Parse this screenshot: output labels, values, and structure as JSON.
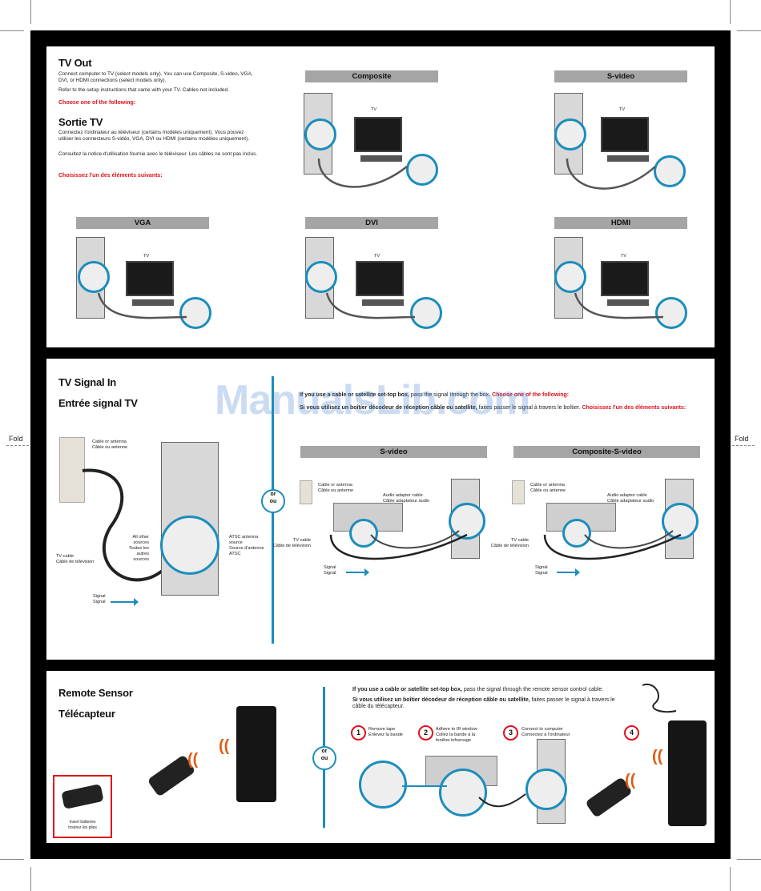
{
  "fold": {
    "left": "Fold",
    "right": "Fold"
  },
  "watermark": "ManualsLib.com",
  "tv_out": {
    "title_en": "TV Out",
    "body_en_1": "Connect computer to TV (select models only). You can use Composite, S-video, VGA, DVI, or HDMI connections (select models only).",
    "body_en_2": "Refer to the setup instructions that came with your TV. Cables not included.",
    "choose_en": "Choose one of the following:",
    "title_fr": "Sortie TV",
    "body_fr_1": "Connectez l'ordinateur au téléviseur (certains modèles uniquement). Vous pouvez utiliser les connecteurs S-vidéo, VGA, DVI ou HDMI (certains modèles uniquement).",
    "body_fr_2": "Consultez la notice d'utilisation fournie avec le téléviseur. Les câbles ne sont pas inclus.",
    "choose_fr": "Choisissez l'un des éléments suivants:",
    "options": [
      {
        "label": "Composite",
        "tv": "TV"
      },
      {
        "label": "S-video",
        "tv": "TV"
      },
      {
        "label": "VGA",
        "tv": "TV"
      },
      {
        "label": "DVI",
        "tv": "TV"
      },
      {
        "label": "HDMI",
        "tv": "TV"
      }
    ]
  },
  "tv_signal": {
    "title_en": "TV Signal In",
    "title_fr": "Entrée signal TV",
    "intro_en_a": "If you use a cable or satellite set-top box,",
    "intro_en_b": " pass the signal through the box.",
    "intro_en_choose": "Choose one of the following:",
    "intro_fr_a": "Si vous utilisez un boîtier décodeur de réception câble ou satellite,",
    "intro_fr_b": " faites passer le signal à travers le boîtier.",
    "intro_fr_choose": "Choisissez l'un des éléments suivants:",
    "cable_antenna_en": "Cable or antenna",
    "cable_antenna_fr": "Câble ou antenne",
    "all_other_en": "All other sources",
    "all_other_fr": "Toutes les autres sources",
    "atsc_en": "ATSC antenna source",
    "atsc_fr": "Source d'antenne ATSC",
    "tv_cable_en": "TV cable",
    "tv_cable_fr": "Câble de télévision",
    "signal_en": "Signal",
    "signal_fr": "Signal",
    "or_en": "or",
    "or_fr": "ou",
    "audio_cable_en": "Audio adaptor cable",
    "audio_cable_fr": "Câble adaptateur audio",
    "bars": [
      "S-video",
      "Composite-S-video"
    ]
  },
  "remote": {
    "title_en": "Remote Sensor",
    "title_fr": "Télécapteur",
    "intro_en_a": "If you use a cable or satellite set-top box,",
    "intro_en_b": " pass the signal through the remote sensor control cable.",
    "intro_fr_a": "Si vous utilisez un boîtier décodeur de réception câble ou satellite,",
    "intro_fr_b": " faites passer le signal à travers le câble du télécapteur.",
    "batteries_en": "Insert batteries",
    "batteries_fr": "Insérez les piles",
    "steps": [
      {
        "num": "1",
        "en": "Remove tape",
        "fr": "Enlevez la bande"
      },
      {
        "num": "2",
        "en": "Adhere to IR window",
        "fr": "Collez la bande à la fenêtre infrarouge"
      },
      {
        "num": "3",
        "en": "Connect to computer",
        "fr": "Connectez à l'ordinateur"
      },
      {
        "num": "4",
        "en": "",
        "fr": ""
      }
    ],
    "or_en": "or",
    "or_fr": "ou"
  },
  "colors": {
    "accent": "#1b8dbc",
    "red": "#e0111b",
    "bar": "#a5a5a5"
  }
}
